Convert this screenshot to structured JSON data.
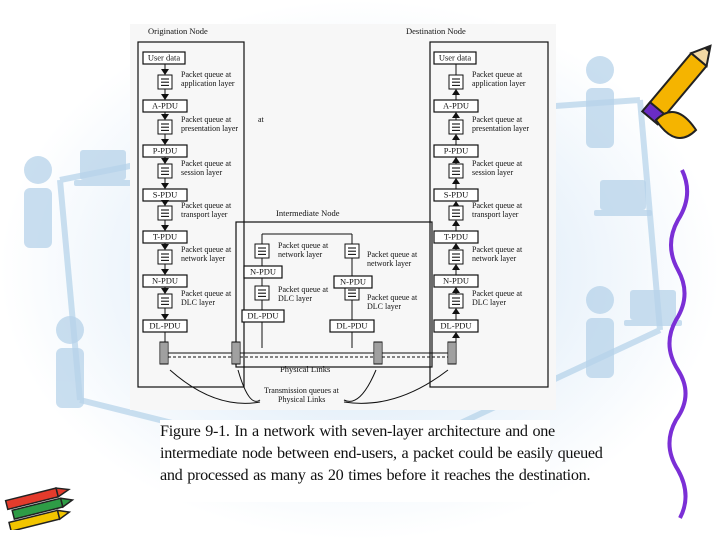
{
  "figure": {
    "origination_title": "Origination Node",
    "destination_title": "Destination Node",
    "intermediate_title": "Intermediate Node",
    "origination": {
      "user_data": "User data",
      "pdus": [
        "A-PDU",
        "P-PDU",
        "S-PDU",
        "T-PDU",
        "N-PDU",
        "DL-PDU"
      ],
      "queues": [
        [
          "Packet  queue  at",
          "application layer"
        ],
        [
          "Packet    queue     at",
          "presentation layer"
        ],
        [
          "Packet  queue  at",
          "session layer"
        ],
        [
          "Packet  queue  at",
          "transport layer"
        ],
        [
          "Packet  queue  at",
          "network layer"
        ],
        [
          "Packet  queue  at",
          "DLC layer"
        ]
      ]
    },
    "destination": {
      "user_data": "User data",
      "pdus": [
        "A-PDU",
        "P-PDU",
        "S-PDU",
        "T-PDU",
        "N-PDU",
        "DL-PDU"
      ],
      "queues": [
        [
          "Packet  queue  at",
          "application layer"
        ],
        [
          "Packet    queue    at",
          "presentation layer"
        ],
        [
          "Packet  queue  at",
          "session layer"
        ],
        [
          "Packet  queue  at",
          "transport layer"
        ],
        [
          "Packet  queue  at",
          "network layer"
        ],
        [
          "Packet  queue  at",
          "DLC layer"
        ]
      ]
    },
    "intermediate": {
      "center_queues": [
        [
          "Packet  queue  at",
          "network layer"
        ],
        [
          "Packet  queue  at",
          "DLC layer"
        ]
      ],
      "left_pdus": [
        "N-PDU",
        "DL-PDU"
      ],
      "right_pdus": [
        "N-PDU",
        "DL-PDU"
      ],
      "right_queues": [
        [
          "Packet  queue  at",
          "network layer"
        ],
        [
          "Packet  queue  at",
          "DLC layer"
        ]
      ]
    },
    "physical_links_label": "Physical Links",
    "transmission_label": [
      "Transmission queues at",
      "Physical Links"
    ]
  },
  "caption": [
    "Figure 9-1.  In  a  network  with  seven-layer  architecture  and  one",
    "intermediate node between end-users, a packet could be easily queued",
    "and processed as many as 20 times before it reaches the destination."
  ],
  "decorations": [
    "network-people-background",
    "pencil-clipart",
    "crayons-clipart"
  ]
}
